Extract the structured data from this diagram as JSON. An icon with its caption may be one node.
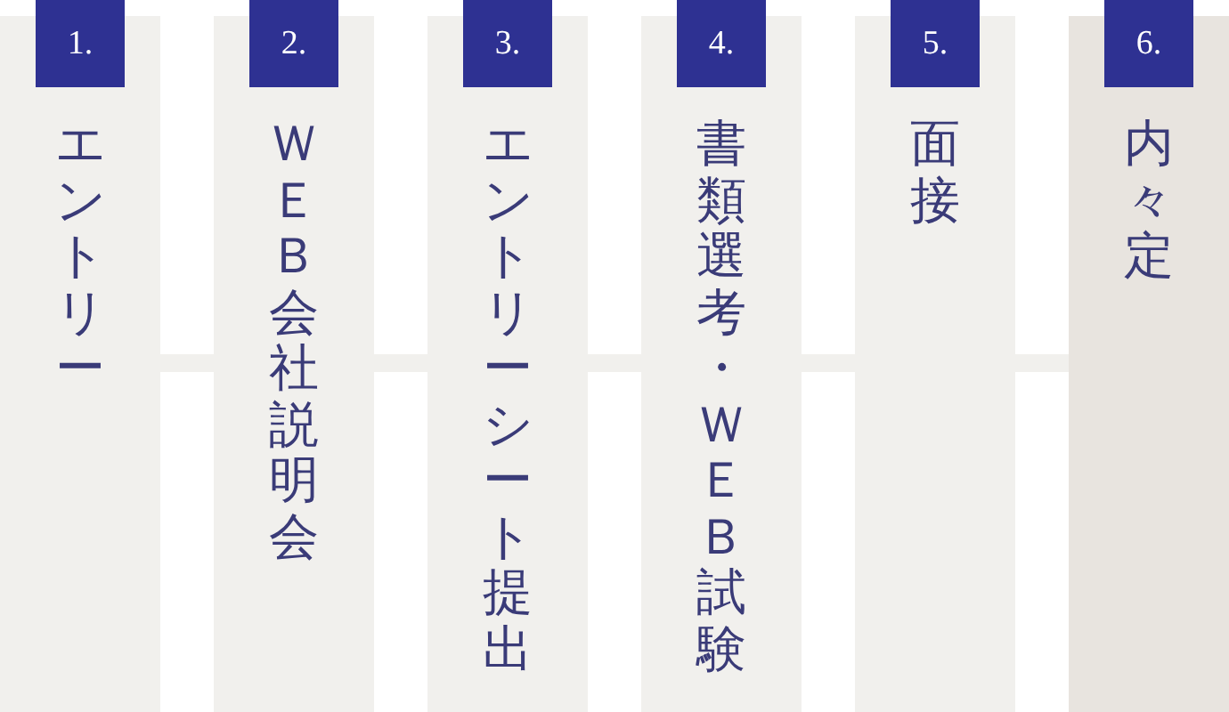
{
  "diagram": {
    "nodes": [
      {
        "text": [
          "1.",
          "エントリー"
        ]
      },
      {
        "text": [
          "2.",
          "ＷＥＢ会社説明会"
        ]
      },
      {
        "text": [
          "3.",
          "エントリーシート提出"
        ]
      },
      {
        "text": [
          "4.",
          "書類選考・ＷＥＢ試験"
        ]
      },
      {
        "text": [
          "5.",
          "面接"
        ]
      },
      {
        "text": [
          "6.",
          "内々定"
        ]
      }
    ],
    "edges": [
      {
        "from": 0,
        "to": 1,
        "arrow": "none"
      },
      {
        "from": 1,
        "to": 2,
        "arrow": "none"
      },
      {
        "from": 2,
        "to": 3,
        "arrow": "none"
      },
      {
        "from": 3,
        "to": 4,
        "arrow": "none"
      },
      {
        "from": 4,
        "to": 5,
        "arrow": "none"
      }
    ]
  }
}
